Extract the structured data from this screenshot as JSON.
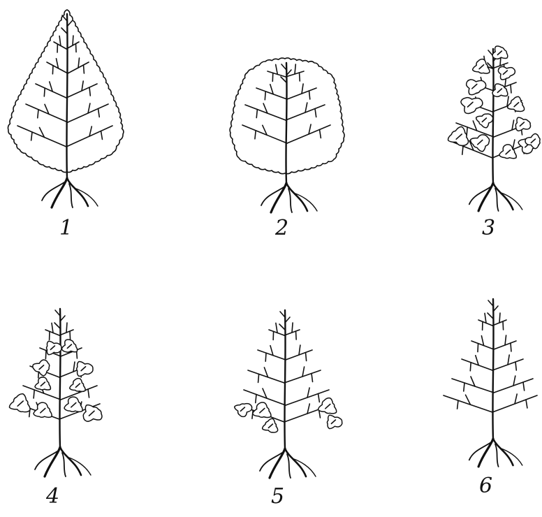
{
  "figure": {
    "panels": [
      {
        "id": "1",
        "label": "1",
        "form": "full-canopy-pointed",
        "foliage_clusters": 0
      },
      {
        "id": "2",
        "label": "2",
        "form": "full-canopy-rounded",
        "foliage_clusters": 0
      },
      {
        "id": "3",
        "label": "3",
        "form": "leaf-clusters-along-branches",
        "foliage_clusters": 14
      },
      {
        "id": "4",
        "label": "4",
        "form": "leaf-clusters-lower-crown",
        "foliage_clusters": 10
      },
      {
        "id": "5",
        "label": "5",
        "form": "leaf-clusters-lowest-branches",
        "foliage_clusters": 5
      },
      {
        "id": "6",
        "label": "6",
        "form": "bare-branches",
        "foliage_clusters": 0
      }
    ]
  },
  "colors": {
    "ink": "#111111",
    "background": "#ffffff"
  }
}
